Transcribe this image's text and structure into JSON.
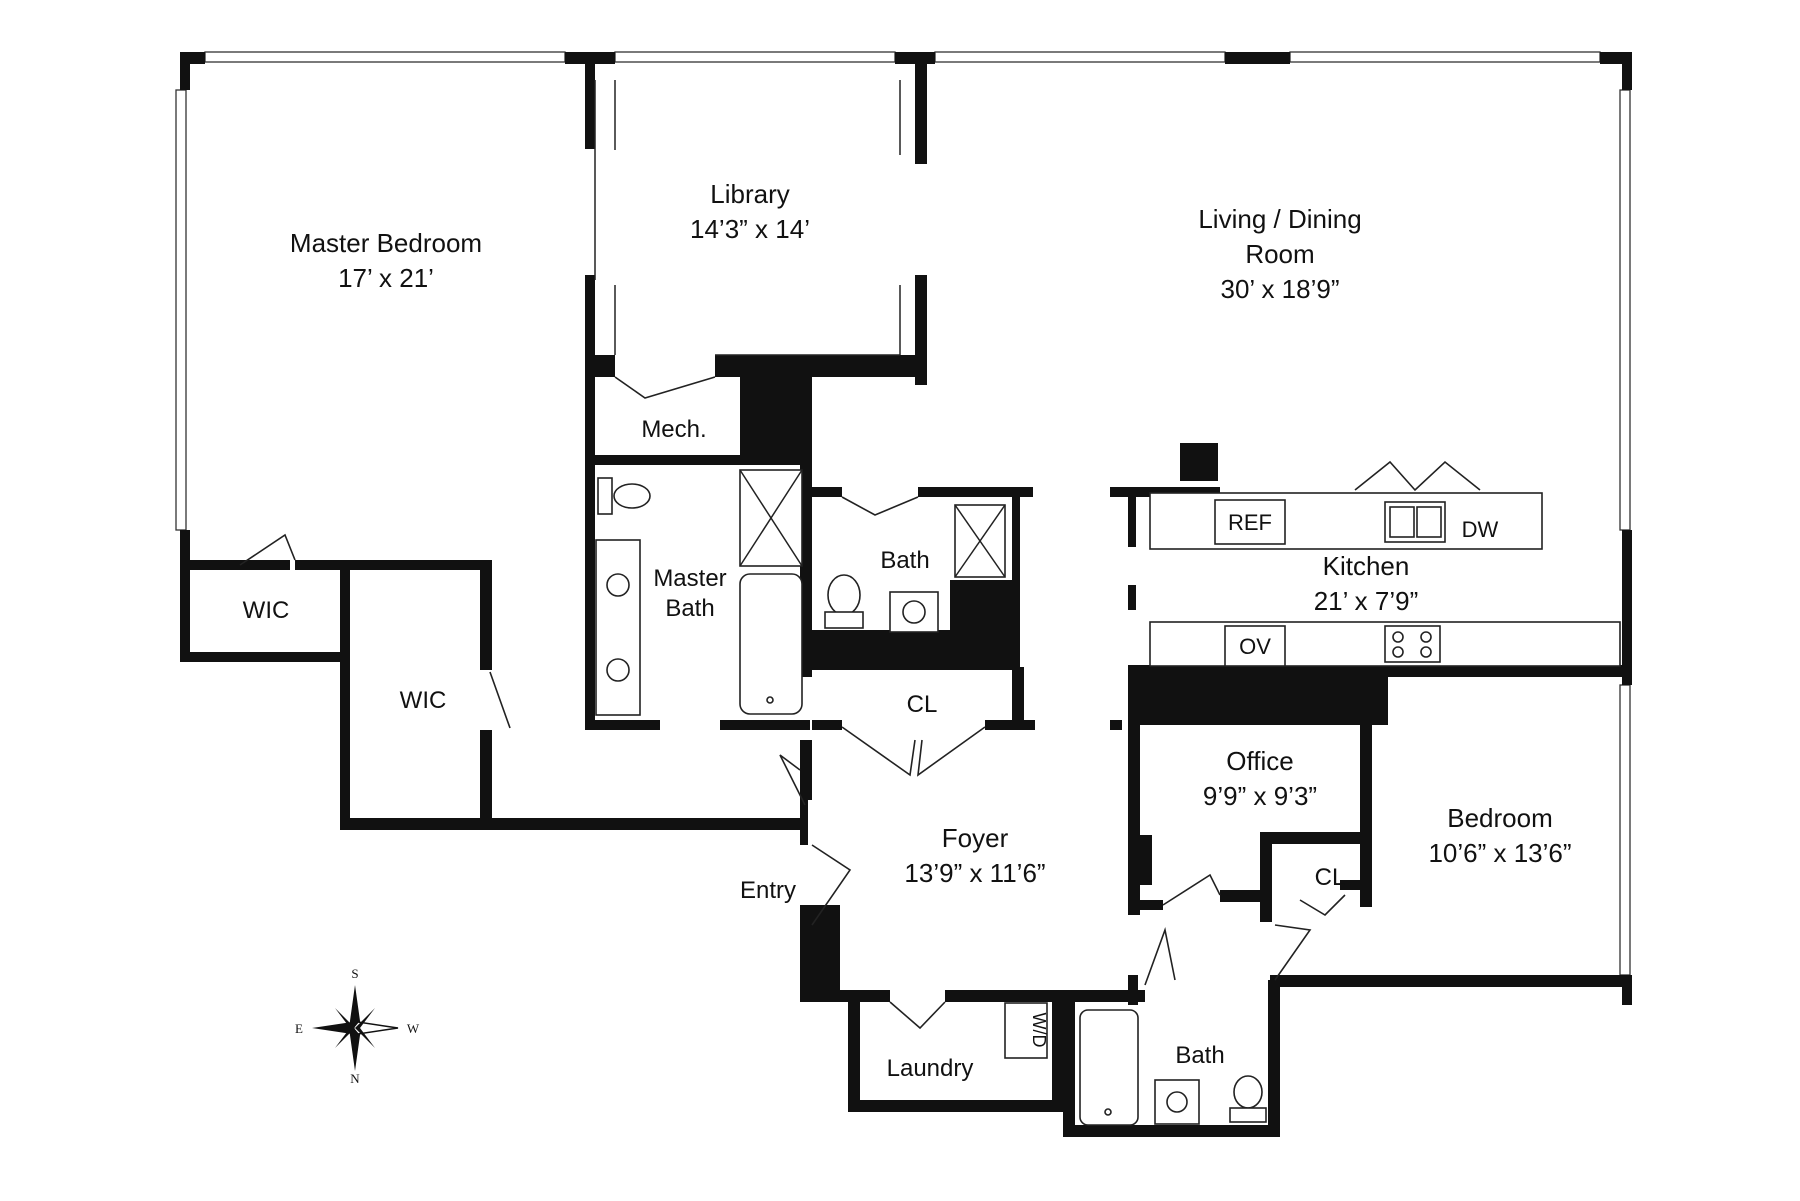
{
  "rooms": {
    "master_bedroom": {
      "name": "Master Bedroom",
      "size": "17’ x 21’"
    },
    "library": {
      "name": "Library",
      "size": "14’3” x 14’"
    },
    "living": {
      "name_line1": "Living / Dining",
      "name_line2": "Room",
      "size": "30’ x 18’9”"
    },
    "mech": {
      "name": "Mech."
    },
    "master_bath": {
      "name_line1": "Master",
      "name_line2": "Bath"
    },
    "bath_center": {
      "name": "Bath"
    },
    "kitchen": {
      "name": "Kitchen",
      "size": "21’ x 7’9”"
    },
    "wic_small": {
      "name": "WIC"
    },
    "wic_large": {
      "name": "WIC"
    },
    "closet_foyer": {
      "name": "CL"
    },
    "office": {
      "name": "Office",
      "size": "9’9” x 9’3”"
    },
    "bedroom": {
      "name": "Bedroom",
      "size": "10’6” x 13’6”"
    },
    "closet_bedroom": {
      "name": "CL"
    },
    "foyer": {
      "name": "Foyer",
      "size": "13’9” x 11’6”"
    },
    "entry": {
      "name": "Entry"
    },
    "laundry": {
      "name": "Laundry"
    },
    "bath_bottom": {
      "name": "Bath"
    }
  },
  "appliances": {
    "ref": "REF",
    "dw": "DW",
    "ov": "OV",
    "wd": "W/D"
  },
  "compass": {
    "s": "S",
    "n": "N",
    "e": "E",
    "w": "W"
  }
}
